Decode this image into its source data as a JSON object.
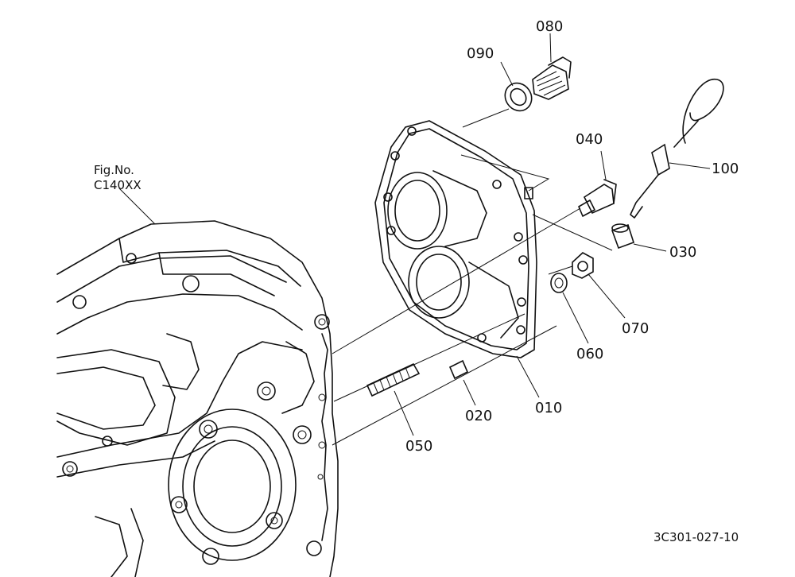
{
  "figure_ref": {
    "line1": "Fig.No.",
    "line2": "C140XX"
  },
  "drawing_code": "3C301-027-10",
  "parts": [
    {
      "id": "080",
      "label": "080"
    },
    {
      "id": "090",
      "label": "090"
    },
    {
      "id": "040",
      "label": "040"
    },
    {
      "id": "100",
      "label": "100"
    },
    {
      "id": "030",
      "label": "030"
    },
    {
      "id": "070",
      "label": "070"
    },
    {
      "id": "060",
      "label": "060"
    },
    {
      "id": "010",
      "label": "010"
    },
    {
      "id": "020",
      "label": "020"
    },
    {
      "id": "050",
      "label": "050"
    }
  ]
}
